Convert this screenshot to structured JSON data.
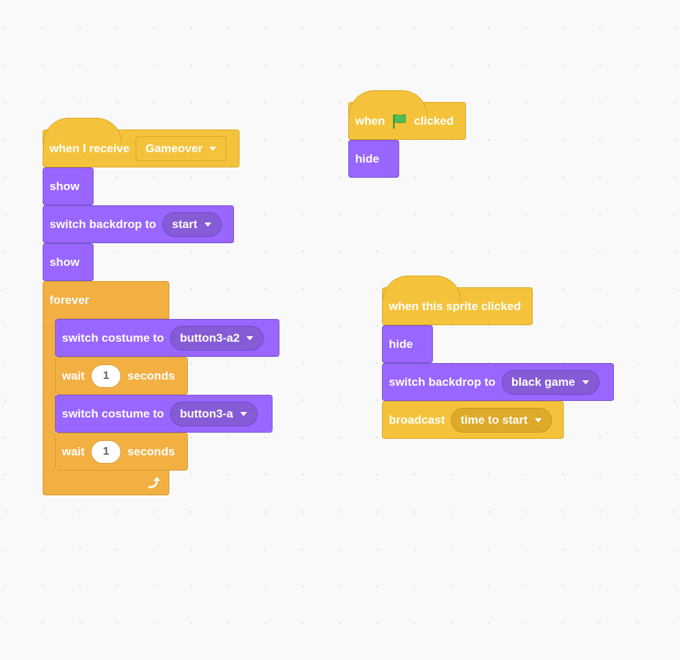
{
  "colors": {
    "events": "#f5c33b",
    "control": "#f2b043",
    "looks": "#9966ff",
    "looks_dark": "#855cd6",
    "flag_green": "#4cbf56",
    "background": "#f9f9f9"
  },
  "script1": {
    "hat": {
      "label": "when I receive",
      "message": "Gameover"
    },
    "show1": "show",
    "switch_backdrop": {
      "label": "switch backdrop to",
      "value": "start"
    },
    "show2": "show",
    "forever": {
      "label": "forever",
      "loop_icon": "loop-arrow-icon"
    },
    "costume1": {
      "label": "switch costume to",
      "value": "button3-a2"
    },
    "wait1": {
      "label": "wait",
      "value": "1",
      "unit": "seconds"
    },
    "costume2": {
      "label": "switch costume to",
      "value": "button3-a"
    },
    "wait2": {
      "label": "wait",
      "value": "1",
      "unit": "seconds"
    }
  },
  "script2": {
    "hat": {
      "label_pre": "when",
      "icon": "green-flag-icon",
      "label_post": "clicked"
    },
    "hide": "hide"
  },
  "script3": {
    "hat": {
      "label": "when this sprite clicked"
    },
    "hide": "hide",
    "switch_backdrop": {
      "label": "switch backdrop to",
      "value": "black game"
    },
    "broadcast": {
      "label": "broadcast",
      "value": "time to start"
    }
  }
}
